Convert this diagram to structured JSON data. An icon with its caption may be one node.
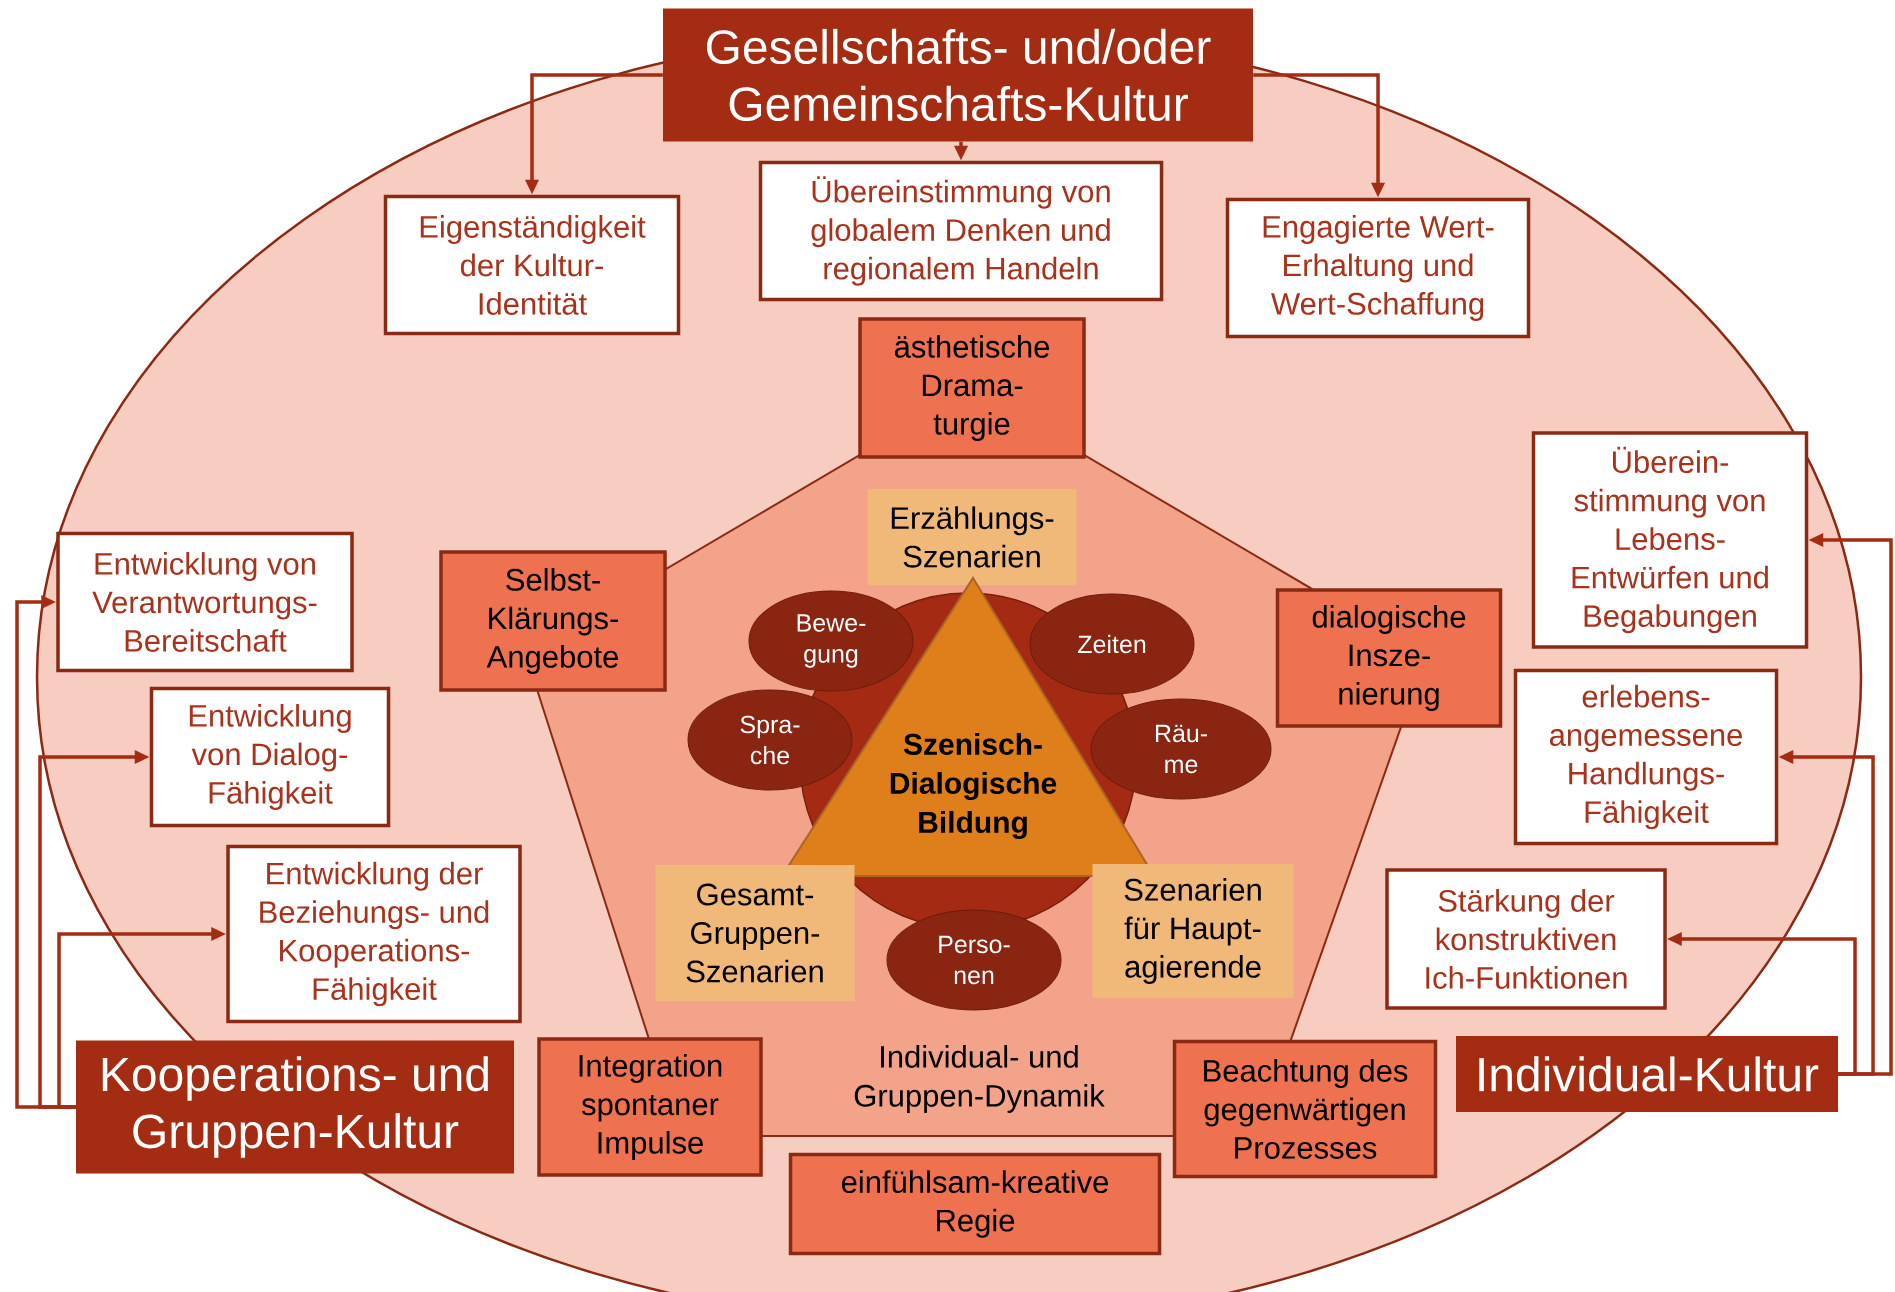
{
  "diagram": {
    "nodes": [
      {
        "text": [
          "Gesellschafts- und/oder Gemeinschafts-Kultur"
        ]
      },
      {
        "text": [
          "Eigenständigkeit der Kultur- Identität"
        ]
      },
      {
        "text": [
          "Übereinstimmung von globalem Denken und regionalem Handeln"
        ]
      },
      {
        "text": [
          "Engagierte Wert- Erhaltung und Wert-Schaffung"
        ]
      },
      {
        "text": [
          "ästhetische Drama- turgie"
        ]
      },
      {
        "text": [
          "Überein- stimmung von Lebens- Entwürfen und Begabungen"
        ]
      },
      {
        "text": [
          "Erzählungs- Szenarien"
        ]
      },
      {
        "text": [
          "Entwicklung von Verantwortungs- Bereitschaft"
        ]
      },
      {
        "text": [
          "Selbst- Klärungs- Angebote"
        ]
      },
      {
        "text": [
          "Bewe- gung"
        ]
      },
      {
        "text": [
          "Zeiten"
        ]
      },
      {
        "text": [
          "dialogische Insze- nierung"
        ]
      },
      {
        "text": [
          "Spra- che"
        ]
      },
      {
        "text": [
          "Entwicklung von Dialog- Fähigkeit"
        ]
      },
      {
        "text": [
          "erlebens- angemessene Handlungs- Fähigkeit"
        ]
      },
      {
        "text": [
          "Räu- me"
        ]
      },
      {
        "text": [
          "Szenisch- Dialogische Bildung"
        ]
      },
      {
        "text": [
          "Entwicklung der Beziehungs- und Kooperations- Fähigkeit"
        ]
      },
      {
        "text": [
          "Gesamt- Gruppen- Szenarien"
        ]
      },
      {
        "text": [
          "Szenarien für Haupt- agierende"
        ]
      },
      {
        "text": [
          "Stärkung der konstruktiven Ich-Funktionen"
        ]
      },
      {
        "text": [
          "Perso- nen"
        ]
      },
      {
        "text": [
          "Kooperations- und Gruppen-Kultur"
        ]
      },
      {
        "text": [
          "Integration spontaner Impulse"
        ]
      },
      {
        "text": [
          "Beachtung des gegenwärtigen Prozesses"
        ]
      },
      {
        "text": [
          "Individual-Kultur"
        ]
      },
      {
        "text": [
          "einfühlsam-kreative Regie"
        ]
      }
    ],
    "edges": [
      {
        "from": 0,
        "to": 1,
        "arrow": "to"
      },
      {
        "from": 0,
        "to": 2,
        "arrow": "to"
      },
      {
        "from": 0,
        "to": 3,
        "arrow": "to"
      },
      {
        "from": 22,
        "to": 7,
        "arrow": "to"
      },
      {
        "from": 22,
        "to": 13,
        "arrow": "to"
      },
      {
        "from": 22,
        "to": 17,
        "arrow": "to"
      },
      {
        "from": 25,
        "to": 5,
        "arrow": "to"
      },
      {
        "from": 25,
        "to": 14,
        "arrow": "to"
      },
      {
        "from": 25,
        "to": 20,
        "arrow": "to"
      }
    ],
    "labels": [
      "Individual- und Gruppen-Dynamik"
    ]
  }
}
